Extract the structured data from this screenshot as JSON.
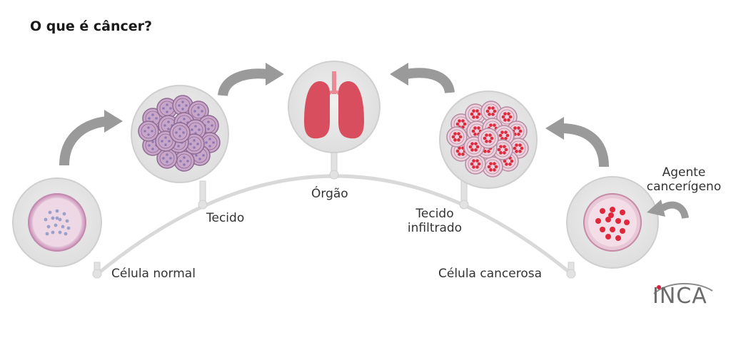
{
  "title": "O que é câncer?",
  "stages": [
    {
      "id": "celula-normal",
      "label": "Célula normal"
    },
    {
      "id": "tecido",
      "label": "Tecido"
    },
    {
      "id": "orgao",
      "label": "Órgão"
    },
    {
      "id": "tecido-infiltrado",
      "label_lines": [
        "Tecido",
        "infiltrado"
      ]
    },
    {
      "id": "celula-cancerosa",
      "label": "Célula cancerosa"
    }
  ],
  "agent": {
    "label_lines": [
      "Agente",
      "cancerígeno"
    ]
  },
  "logo": {
    "text": "INCA"
  },
  "colors": {
    "circle_bg": "#e4e4e4",
    "arc": "#d6d6d6",
    "arrow": "#9a9a9a",
    "normal_cell": "#e8cde0",
    "normal_nucleus_dots": "#9aa0c8",
    "tissue_cell": "#c9a5c8",
    "lung": "#d94e5e",
    "cancer_dots": "#e0283c",
    "logo_dot": "#d4203a"
  }
}
